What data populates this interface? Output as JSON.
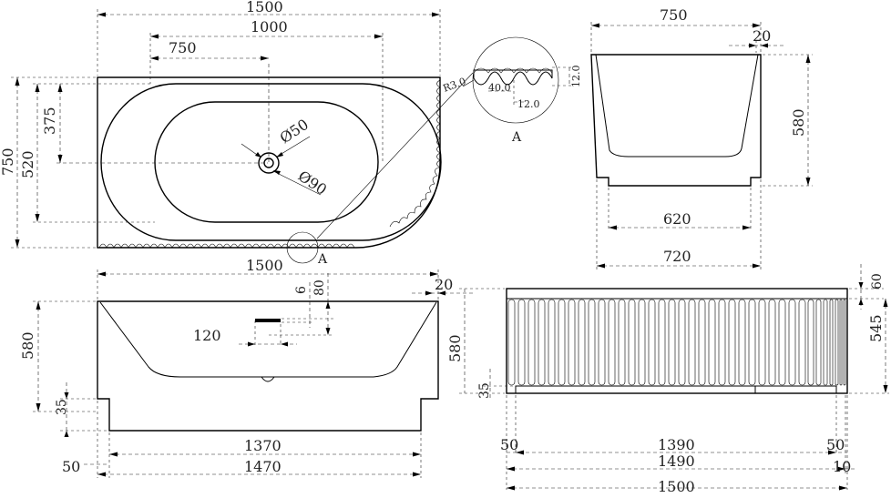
{
  "top_view": {
    "length": "1500",
    "offset_1000": "1000",
    "half_750": "750",
    "width_750": "750",
    "offset_520": "520",
    "offset_375": "375",
    "drain_d50": "Ø50",
    "drain_d90": "Ø90",
    "detail_label": "A"
  },
  "detail_a": {
    "label": "A",
    "radius": "R3.0",
    "pitch": "40.0",
    "groove": "12.0",
    "depth": "12.0"
  },
  "end_view": {
    "top_width": "750",
    "rim": "20",
    "height": "580",
    "base_inner": "620",
    "base_outer": "720"
  },
  "front_view": {
    "length": "1500",
    "rim": "20",
    "overflow_6": "6",
    "overflow_80": "80",
    "overflow_120": "120",
    "height": "580",
    "base": "35",
    "inner": "1370",
    "outer": "1470",
    "margin": "50"
  },
  "side_view": {
    "top": "60",
    "height": "545",
    "left_height": "580",
    "base": "35",
    "left_margin": "50",
    "middle": "1390",
    "right_margin": "50",
    "span_1490": "1490",
    "offset_10": "10",
    "total": "1500"
  }
}
